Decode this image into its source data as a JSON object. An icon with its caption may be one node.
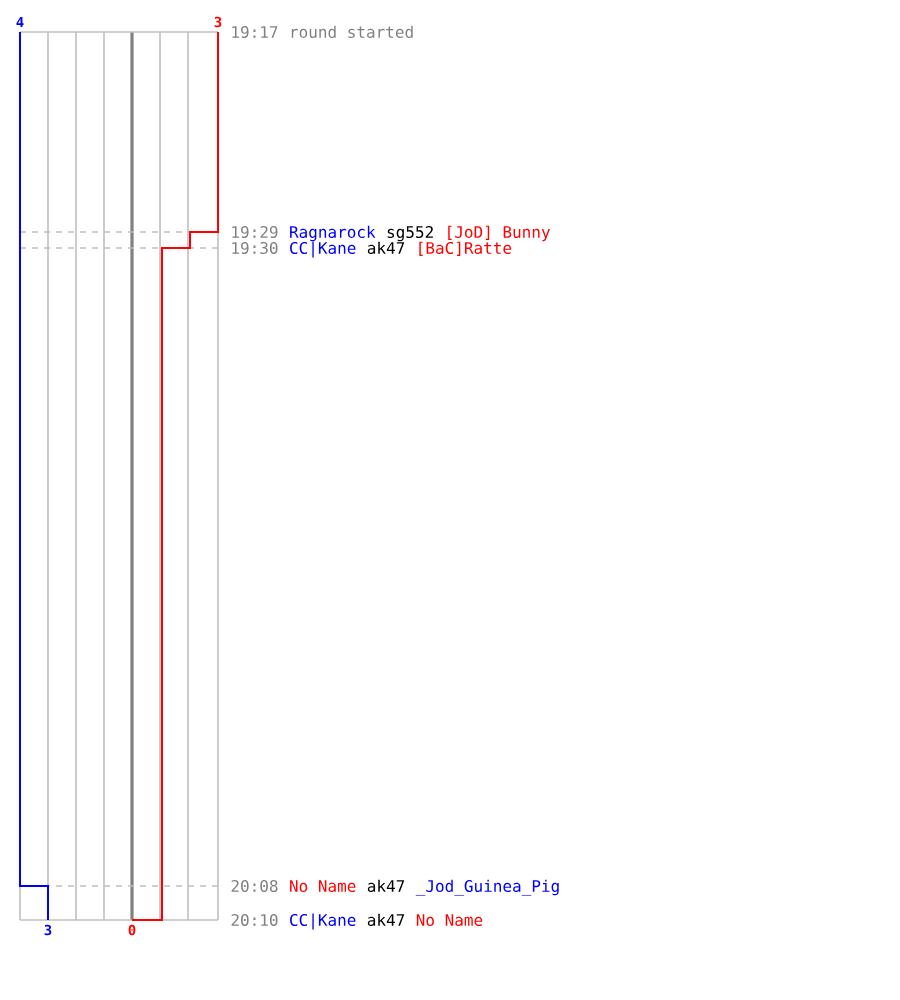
{
  "diagram": {
    "labels": [
      "4",
      "3",
      "19:17",
      "round started",
      "19:29",
      "Ragnarock",
      "sg552",
      "[JoD] Bunny",
      "19:30",
      "CC|Kane",
      "ak47",
      "[BaC]Ratte",
      "20:08",
      "No Name",
      "ak47",
      "_Jod_Guinea_Pig",
      "20:10",
      "CC|Kane",
      "ak47",
      "No Name",
      "3",
      "0"
    ]
  }
}
